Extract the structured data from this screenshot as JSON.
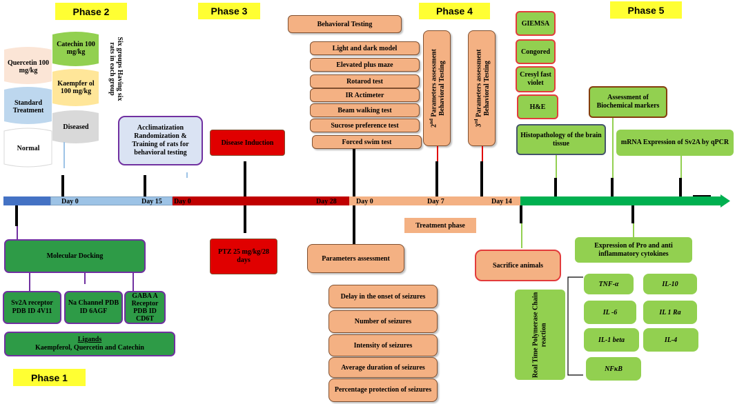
{
  "phases": {
    "p1": "Phase 1",
    "p2": "Phase 2",
    "p3": "Phase 3",
    "p4": "Phase 4",
    "p5": "Phase 5"
  },
  "groups": {
    "quercetin": "Quercetin 100 mg/kg",
    "standard": "Standard Treatment",
    "normal": "Normal",
    "catechin": "Catechin 100 mg/kg",
    "kaempferol": "Kaempfer ol 100 mg/kg",
    "diseased": "Diseased",
    "six_groups": "Six groups Having six rats in each group"
  },
  "acclimatization": "Acclimatization Randomization & Training of rats for behavioral testing",
  "disease_induction": "Disease Induction",
  "ptz": "PTZ 25 mg/kg/28 days",
  "behavioral_testing": {
    "title": "Behavioral Testing",
    "tests": [
      "Light and dark model",
      "Elevated plus maze",
      "Rotarod test",
      "IR Actimeter",
      "Beam walking test",
      "Sucrose preference test",
      "Forced swim test"
    ]
  },
  "param_2nd": {
    "sup": "nd",
    "num": "2",
    "text": "Parameters assessment Behavioral Testing"
  },
  "param_3rd": {
    "sup": "rd",
    "num": "3",
    "text": "Parameters assessment Behavioral Testing"
  },
  "parameters": {
    "title": "Parameters assessment",
    "items": [
      "Delay in the onset of seizures",
      "Number of seizures",
      "Intensity of seizures",
      "Average duration of seizures",
      "Percentage protection of seizures"
    ]
  },
  "timeline": {
    "day0_a": "Day 0",
    "day15": "Day 15",
    "day0_b": "Day 0",
    "day28": "Day 28",
    "day0_c": "Day 0",
    "day7": "Day 7",
    "day14": "Day 14"
  },
  "treatment_phase": "Treatment phase",
  "docking": {
    "title": "Molecular Docking",
    "targets": [
      "Sv2A receptor PDB ID 4V11",
      "Na Channel PDB ID 6AGF",
      "GABA A Receptor PDB ID CD6T"
    ],
    "ligands_title": "Ligands",
    "ligands": "Kaempferol, Quercetin and Catechin"
  },
  "stains": [
    "GIEMSA",
    "Congored",
    "Cresyl fast violet",
    "H&E"
  ],
  "histopathology": "Histopathology of the brain tissue",
  "biochemical": "Assessment of Biochemical markers",
  "mrna": "mRNA Expression of Sv2A by qPCR",
  "sacrifice": "Sacrifice animals",
  "cytokines": {
    "title": "Expression of Pro and anti inflammatory cytokines",
    "rtpcr": "Real Time Polymerase Chain reaction",
    "items": [
      "TNF-α",
      "IL-10",
      "IL -6",
      "IL 1 Ra",
      "IL-1 beta",
      "IL-4",
      "NFκB"
    ]
  },
  "colors": {
    "phase": "#ffff33",
    "peach": "#f4b183",
    "green": "#2e9b47",
    "light_green": "#92d050",
    "red": "#e00000",
    "blue": "#4472c4",
    "light_blue": "#9dc3e6",
    "purple": "#7030a0"
  }
}
